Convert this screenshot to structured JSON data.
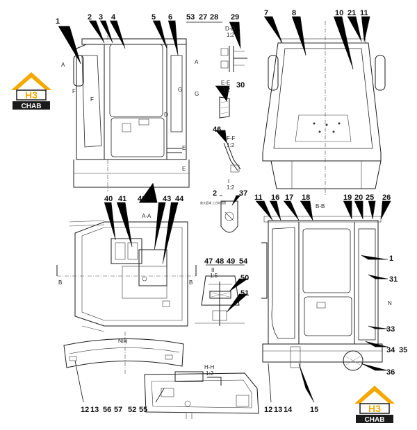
{
  "title": "",
  "logo": {
    "text": "H3",
    "subtext": "CHAB",
    "colors": {
      "house": "#f5a800",
      "text_block": "#1a1a1a",
      "letters": "#f5a800"
    }
  },
  "callouts": {
    "top_left": [
      "1",
      "2",
      "3",
      "4",
      "5",
      "6",
      "53",
      "27",
      "28",
      "29"
    ],
    "top_right": [
      "7",
      "8",
      "10",
      "21",
      "11"
    ],
    "middle": [
      "30",
      "46",
      "2",
      "37",
      "42"
    ],
    "plan": [
      "40",
      "41",
      "43",
      "44"
    ],
    "detail_i": [
      "47",
      "48",
      "49",
      "54",
      "50",
      "51"
    ],
    "right_view": [
      "11",
      "16",
      "17",
      "18",
      "19",
      "20",
      "25",
      "26",
      "1",
      "31",
      "33",
      "34",
      "35",
      "36"
    ],
    "bottom": [
      "12",
      "13",
      "56",
      "57",
      "52",
      "55",
      "12",
      "13",
      "14",
      "15"
    ]
  },
  "section_labels": {
    "a_top": "A",
    "a_top2": "A",
    "f1": "F",
    "f2": "F",
    "g1": "G",
    "g2": "G",
    "d1": "D",
    "e1": "E",
    "e2": "E",
    "dd": "D-D",
    "dd_scale": "1:2",
    "ee": "E-E",
    "ee_scale": "1:2",
    "ff": "F-F",
    "ff_scale": "1:2",
    "i_top": "I",
    "i_top_scale": "1:2",
    "aa": "A-A",
    "bb": "B-B",
    "b1": "B",
    "b2": "B",
    "n_top": "N向",
    "n_right": "N",
    "i_mid": "II",
    "i_mid_scale": "1:5",
    "hh": "H-H",
    "hh_scale": "1:2",
    "stamp_note": "放大区域\n上方向视图"
  }
}
